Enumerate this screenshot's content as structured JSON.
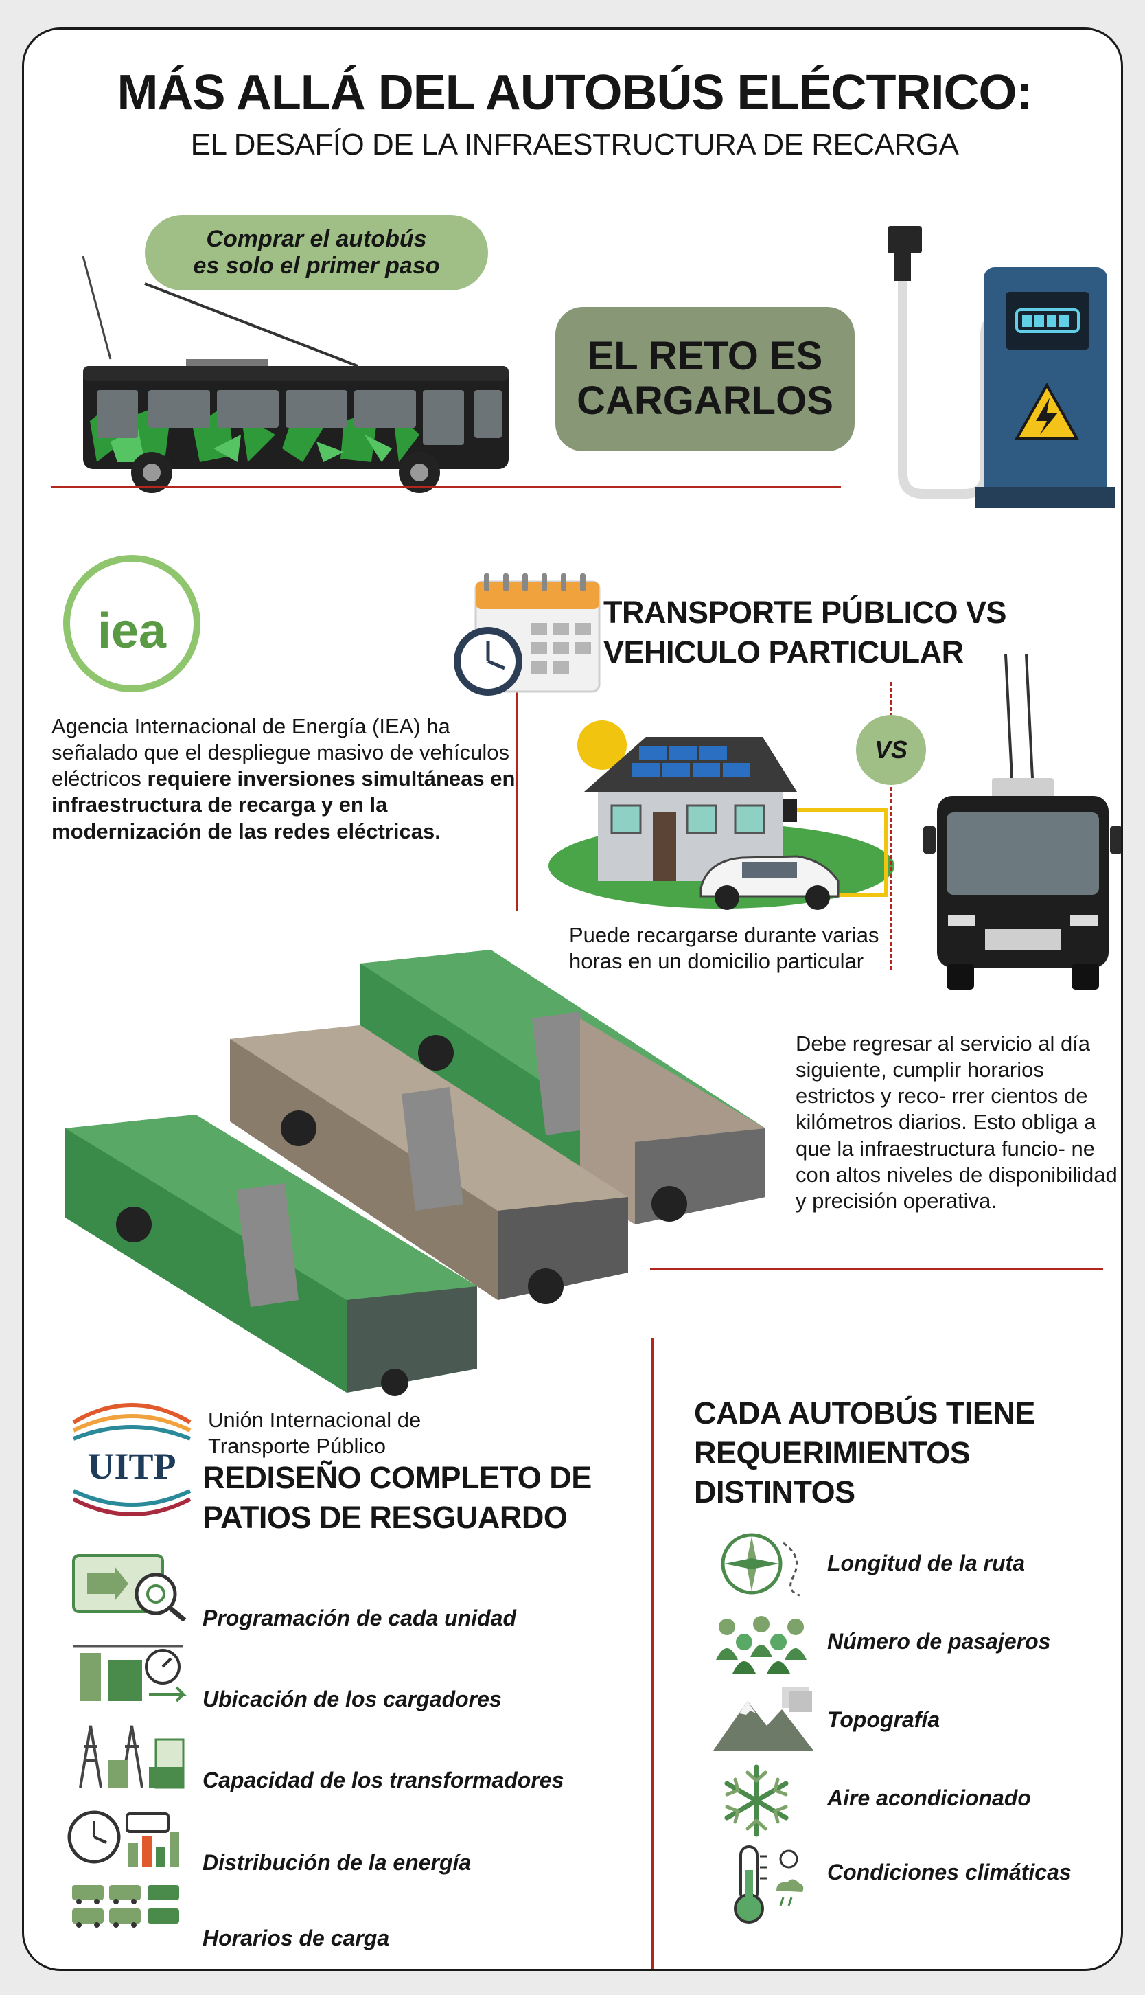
{
  "header": {
    "title": "MÁS ALLÁ DEL AUTOBÚS ELÉCTRICO:",
    "subtitle": "EL DESAFÍO DE LA INFRAESTRUCTURA DE RECARGA"
  },
  "intro": {
    "pill_line1": "Comprar el autobús",
    "pill_line2": "es solo el primer paso",
    "challenge_line1": "EL RETO ES",
    "challenge_line2": "CARGARLOS"
  },
  "iea": {
    "logo_text": "iea",
    "text_normal": "Agencia Internacional de Energía (IEA) ha señalado que el despliegue masivo de vehículos eléctricos ",
    "text_bold": "requiere inversiones simultáneas en infraestructura de recarga y en la modernización de las redes eléctricas."
  },
  "comparison": {
    "heading_line1": "TRANSPORTE PÚBLICO VS",
    "heading_line2": "VEHICULO PARTICULAR",
    "vs_label": "VS",
    "home_text": "Puede recargarse durante varias horas en un domicilio particular",
    "bus_text": "Debe regresar al servicio al día siguiente, cumplir horarios estrictos y reco- rrer cientos de kilómetros diarios. Esto obliga a que la infraestructura funcio- ne con altos niveles de disponibilidad y precisión operativa."
  },
  "uitp": {
    "logo_text": "UITP",
    "org_line1": "Unión Internacional de",
    "org_line2": "Transporte Público",
    "heading_line1": "REDISEÑO COMPLETO DE",
    "heading_line2": "PATIOS DE RESGUARDO",
    "items": [
      {
        "label": "Programación de cada unidad",
        "icon": "scheduling-icon"
      },
      {
        "label": "Ubicación de los cargadores",
        "icon": "charger-location-icon"
      },
      {
        "label": "Capacidad de los transformadores",
        "icon": "transformer-icon"
      },
      {
        "label": "Distribución de la energía",
        "icon": "energy-distribution-icon"
      },
      {
        "label": "Horarios de carga",
        "icon": "charging-schedule-icon"
      }
    ]
  },
  "requirements": {
    "heading_line1": "CADA AUTOBÚS TIENE",
    "heading_line2": "REQUERIMIENTOS",
    "heading_line3": "DISTINTOS",
    "items": [
      {
        "label": "Longitud de la ruta",
        "icon": "compass-route-icon"
      },
      {
        "label": "Número de pasajeros",
        "icon": "passengers-icon"
      },
      {
        "label": "Topografía",
        "icon": "mountain-icon"
      },
      {
        "label": "Aire acondicionado",
        "icon": "snowflake-icon"
      },
      {
        "label": "Condiciones climáticas",
        "icon": "thermometer-icon"
      }
    ]
  },
  "colors": {
    "accent_green_light": "#9fbf86",
    "accent_green_dark": "#889877",
    "accent_red": "#b3261e",
    "charger_blue": "#2f5b83"
  }
}
